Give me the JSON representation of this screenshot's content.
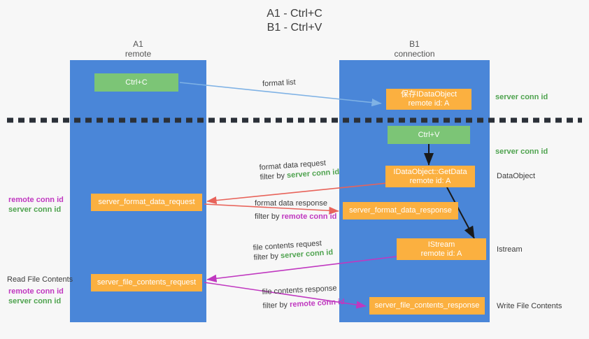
{
  "title": {
    "line1": "A1 - Ctrl+C",
    "line2": "B1 - Ctrl+V"
  },
  "lanes": {
    "a1": {
      "name": "A1",
      "role": "remote"
    },
    "b1": {
      "name": "B1",
      "role": "connection"
    }
  },
  "nodes": {
    "ctrl_c": {
      "label": "Ctrl+C"
    },
    "save_dataobject": {
      "line1": "保存IDataObject",
      "line2": "remote id: A"
    },
    "ctrl_v": {
      "label": "Ctrl+V"
    },
    "getdata": {
      "line1": "IDataObject::GetData",
      "line2": "remote id: A"
    },
    "istream": {
      "line1": "IStream",
      "line2": "remote id: A"
    },
    "fmt_data_request": {
      "label": "server_format_data_request"
    },
    "fmt_data_response": {
      "label": "server_format_data_response"
    },
    "file_req": {
      "label": "server_file_contents_request"
    },
    "file_resp": {
      "label": "server_file_contents_response"
    }
  },
  "edges": {
    "format_list": {
      "label": "format list"
    },
    "fmt_req": {
      "label": "format data request",
      "filter_prefix": "filter by ",
      "filter_value": "server conn id"
    },
    "fmt_resp": {
      "label": "format data response",
      "filter_prefix": "filter by ",
      "filter_value": "remote conn id"
    },
    "file_req": {
      "label": "file contents request",
      "filter_prefix": "filter by ",
      "filter_value": "server conn id"
    },
    "file_resp": {
      "label": "file contents response",
      "filter_prefix": "filter by ",
      "filter_value": "remote conn id"
    }
  },
  "annotations": {
    "server_conn_id_1": "server conn id",
    "server_conn_id_2": "server conn id",
    "dataobject": "DataObject",
    "istream": "Istream",
    "write_file_contents": "Write File Contents",
    "read_file_contents": "Read File Contents",
    "left_mid_remote": "remote conn id",
    "left_mid_server": "server conn id",
    "left_bot_remote": "remote conn id",
    "left_bot_server": "server conn id"
  },
  "colors": {
    "lane": "#4a86d8",
    "node_green": "#7cc576",
    "node_orange": "#fbb040",
    "arrow_lightblue": "#7fb2e5",
    "arrow_red": "#e8635a",
    "arrow_magenta": "#c038c0",
    "arrow_black": "#1a1a1a",
    "text_green": "#4fa34f",
    "text_purple": "#c038c0",
    "background": "#f7f7f7",
    "dashed_line": "#2b3038"
  }
}
